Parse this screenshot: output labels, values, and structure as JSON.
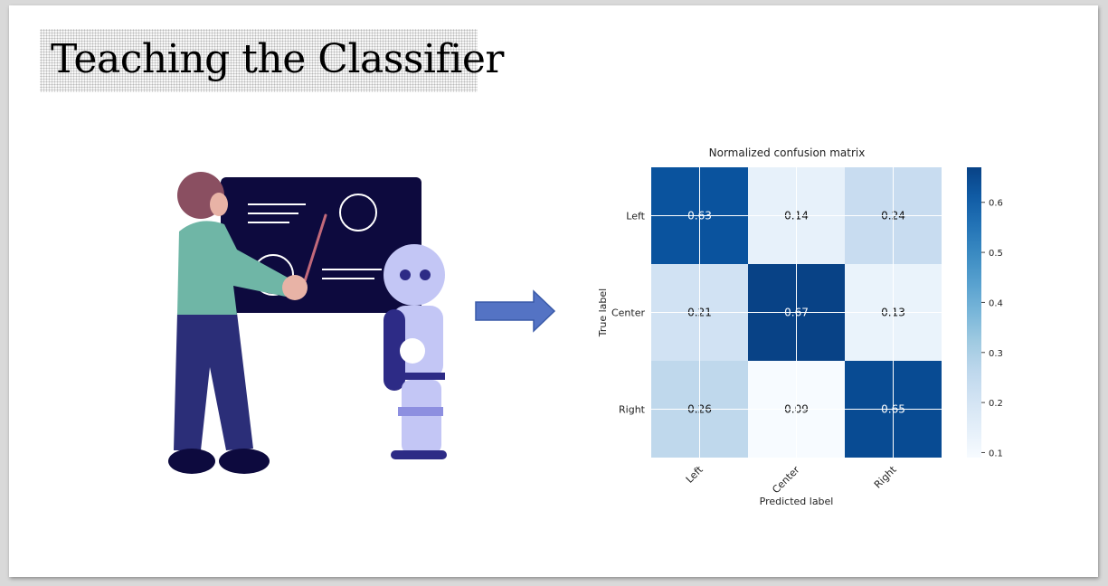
{
  "slide": {
    "title": "Teaching the Classifier"
  },
  "illustration": {
    "icon": "teacher-and-robot-illustration",
    "colors": {
      "board": "#0d0a3e",
      "board_lines": "#ffffff",
      "hair": "#8a4f61",
      "skin": "#e8b3a6",
      "shirt": "#6fb6a6",
      "pants": "#2b2e78",
      "robot_light": "#c3c6f5",
      "robot_dark": "#2d2b86"
    }
  },
  "arrow": {
    "icon": "right-arrow-icon",
    "color": "#5473c4",
    "stroke": "#3a5aa8"
  },
  "chart_data": {
    "type": "heatmap",
    "title": "Normalized confusion matrix",
    "xlabel": "Predicted label",
    "ylabel": "True label",
    "x_categories": [
      "Left",
      "Center",
      "Right"
    ],
    "y_categories": [
      "Left",
      "Center",
      "Right"
    ],
    "values": [
      [
        0.63,
        0.14,
        0.24
      ],
      [
        0.21,
        0.67,
        0.13
      ],
      [
        0.26,
        0.09,
        0.65
      ]
    ],
    "value_labels": [
      [
        "0.63",
        "0.14",
        "0.24"
      ],
      [
        "0.21",
        "0.67",
        "0.13"
      ],
      [
        "0.26",
        "0.09",
        "0.65"
      ]
    ],
    "colorbar": {
      "min": 0.09,
      "max": 0.67,
      "ticks": [
        0.1,
        0.2,
        0.3,
        0.4,
        0.5,
        0.6
      ],
      "tick_labels": [
        "0.1",
        "0.2",
        "0.3",
        "0.4",
        "0.5",
        "0.6"
      ]
    },
    "colormap": "Blues",
    "grid": true
  }
}
